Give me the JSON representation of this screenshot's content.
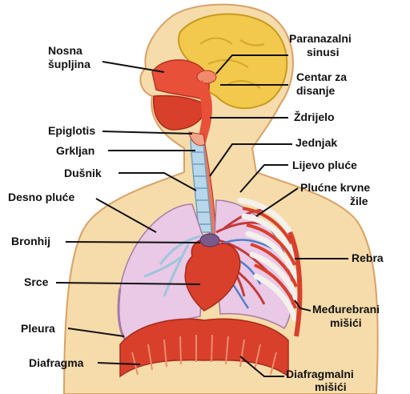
{
  "labels": {
    "nosna_supljina_1": "Nosna",
    "nosna_supljina_2": "šupljina",
    "paranazalni_1": "Paranazalni",
    "paranazalni_2": "sinusi",
    "centar_1": "Centar za",
    "centar_2": "disanje",
    "zdrijelo": "Ždrijelo",
    "epiglotis": "Epiglotis",
    "grkljan": "Grkljan",
    "jednjak": "Jednjak",
    "dusnik": "Dušnik",
    "lijevo_pluce": "Lijevo pluće",
    "desno_pluce": "Desno pluće",
    "plucne_zile_1": "Plućne krvne",
    "plucne_zile_2": "žile",
    "bronhij": "Bronhij",
    "rebra": "Rebra",
    "srce": "Srce",
    "medurebrani_1": "Međurebrani",
    "medurebrani_2": "mišići",
    "pleura": "Pleura",
    "diafragma": "Diafragma",
    "diafragmalni_1": "Diafragmalni",
    "diafragmalni_2": "mišići"
  },
  "colors": {
    "skin": "#f6dcaa",
    "skin_edge": "#d9a066",
    "brain": "#f2c94c",
    "airway": "#e8503a",
    "trachea": "#b9d7ea",
    "lung": "#e9c9e6",
    "muscle": "#d8402c",
    "rib": "#f4f1ec",
    "leader": "#111111"
  }
}
